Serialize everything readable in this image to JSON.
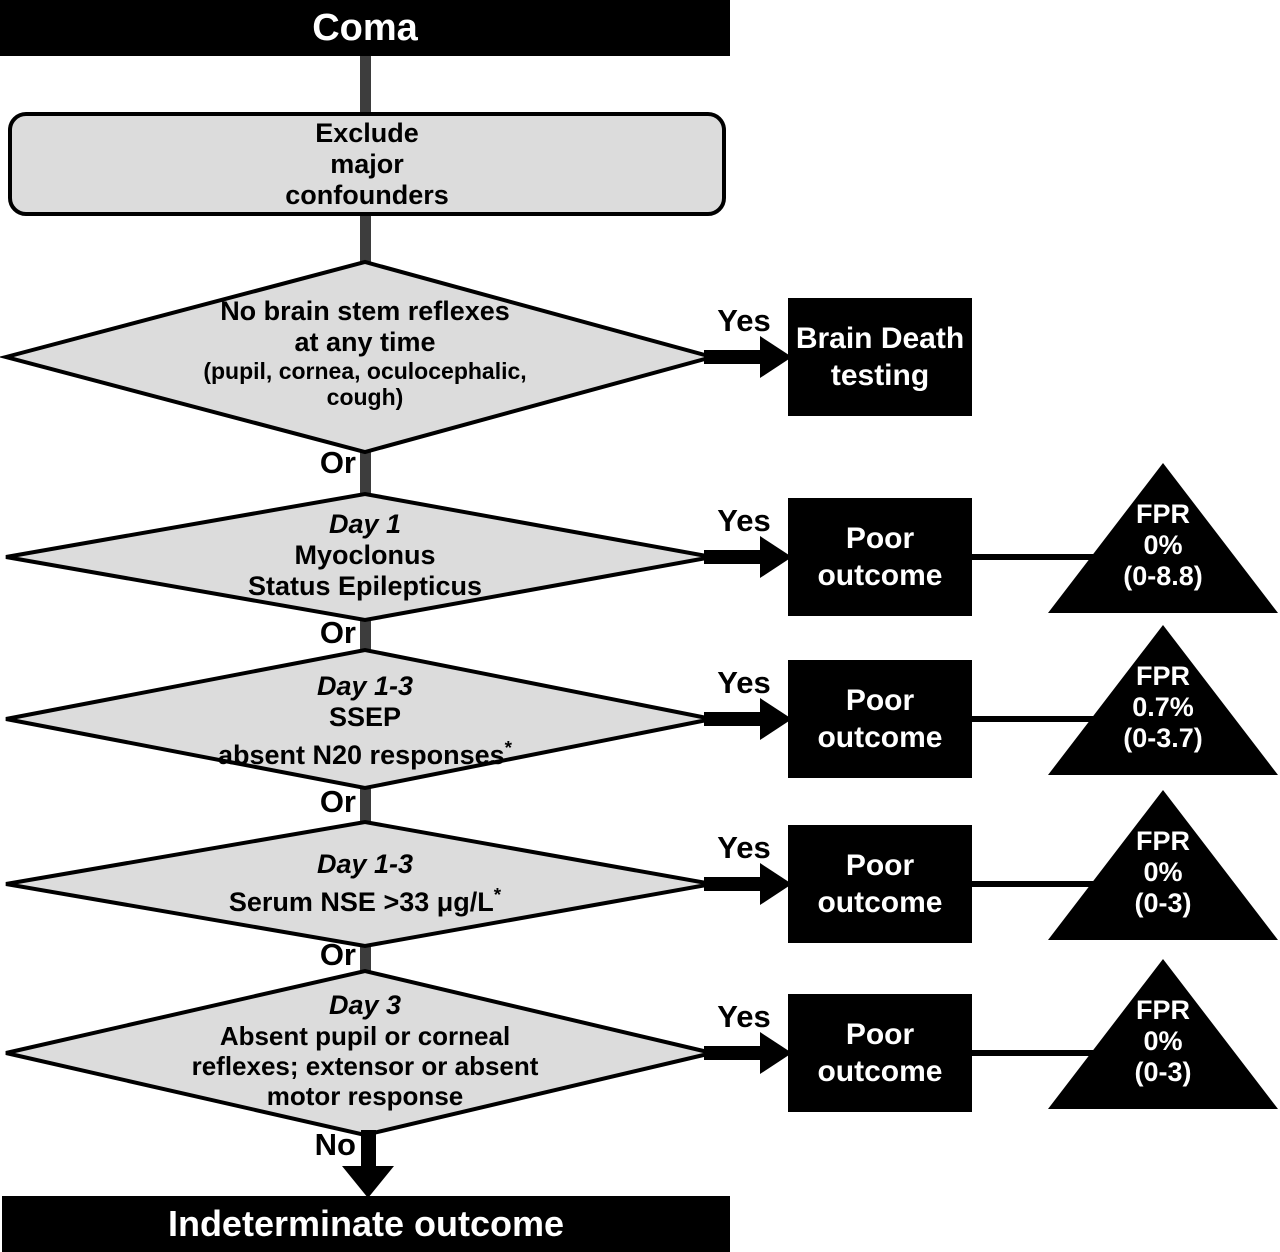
{
  "banners": {
    "start": "Coma",
    "end": "Indeterminate outcome"
  },
  "process": {
    "lines": [
      "Exclude",
      "major",
      "confounders"
    ]
  },
  "labels": {
    "yes": "Yes",
    "or": "Or",
    "no": "No"
  },
  "decisions": [
    {
      "lines": [
        "No brain stem reflexes",
        "at any time"
      ],
      "sublines": [
        "(pupil, cornea, oculocephalic,",
        "cough)"
      ],
      "yes_result": {
        "lines": [
          "Brain Death",
          "testing"
        ]
      }
    },
    {
      "day": "Day 1",
      "lines": [
        "Myoclonus",
        "Status Epilepticus"
      ],
      "yes_result": {
        "lines": [
          "Poor",
          "outcome"
        ]
      },
      "fpr": {
        "label": "FPR",
        "value": "0%",
        "ci": "(0-8.8)"
      }
    },
    {
      "day": "Day 1-3",
      "lines": [
        "SSEP"
      ],
      "starred_line": "absent N20 responses",
      "star": "*",
      "yes_result": {
        "lines": [
          "Poor",
          "outcome"
        ]
      },
      "fpr": {
        "label": "FPR",
        "value": "0.7%",
        "ci": "(0-3.7)"
      }
    },
    {
      "day": "Day 1-3",
      "starred_line": "Serum NSE >33 μg/L",
      "star": "*",
      "yes_result": {
        "lines": [
          "Poor",
          "outcome"
        ]
      },
      "fpr": {
        "label": "FPR",
        "value": "0%",
        "ci": "(0-3)"
      }
    },
    {
      "day": "Day 3",
      "lines": [
        "Absent pupil or corneal",
        "reflexes; extensor or absent",
        "motor response"
      ],
      "yes_result": {
        "lines": [
          "Poor",
          "outcome"
        ]
      },
      "fpr": {
        "label": "FPR",
        "value": "0%",
        "ci": "(0-3)"
      }
    }
  ],
  "colors": {
    "shape_fill": "#dcdcdc",
    "shape_border": "#000000",
    "connector": "#3d3d3d",
    "solid": "#000000",
    "text_on_dark": "#ffffff"
  }
}
